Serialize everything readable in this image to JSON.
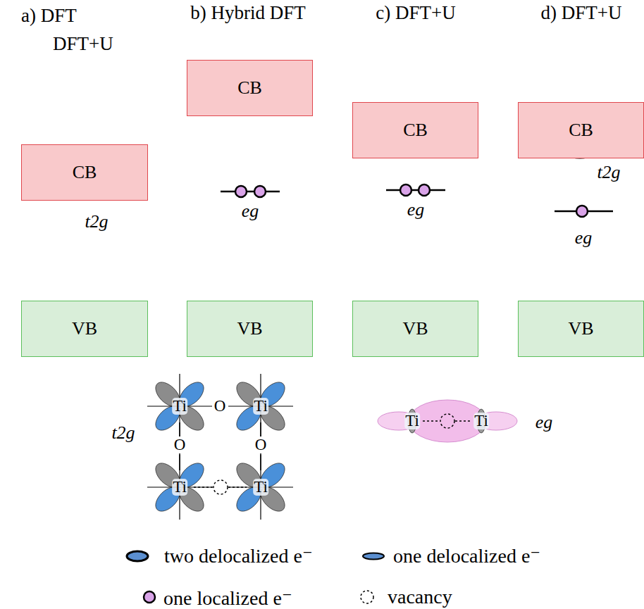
{
  "diagram": {
    "nodes": [
      {
        "text": [
          "CB"
        ]
      },
      {
        "text": [
          "CB"
        ]
      },
      {
        "text": [
          "CB"
        ]
      },
      {
        "text": [
          "CB"
        ]
      },
      {
        "text": [
          "VB"
        ]
      },
      {
        "text": [
          "VB"
        ]
      },
      {
        "text": [
          "VB"
        ]
      },
      {
        "text": [
          "VB"
        ]
      }
    ],
    "labels": [
      "a) DFT DFT+U",
      "b) Hybrid DFT",
      "c) DFT+U",
      "d) DFT+U",
      "t2g",
      "eg",
      "eg",
      "t2g",
      "eg",
      "Ti",
      "O",
      "Ti",
      "O",
      "O",
      "Ti",
      "Ti",
      "t2g",
      "Ti",
      "Ti",
      "eg"
    ],
    "legend": [
      {
        "text": "two delocalized e⁻"
      },
      {
        "text": "one delocalized e⁻"
      },
      {
        "text": "one localized e⁻"
      },
      {
        "text": "vacancy"
      }
    ]
  }
}
